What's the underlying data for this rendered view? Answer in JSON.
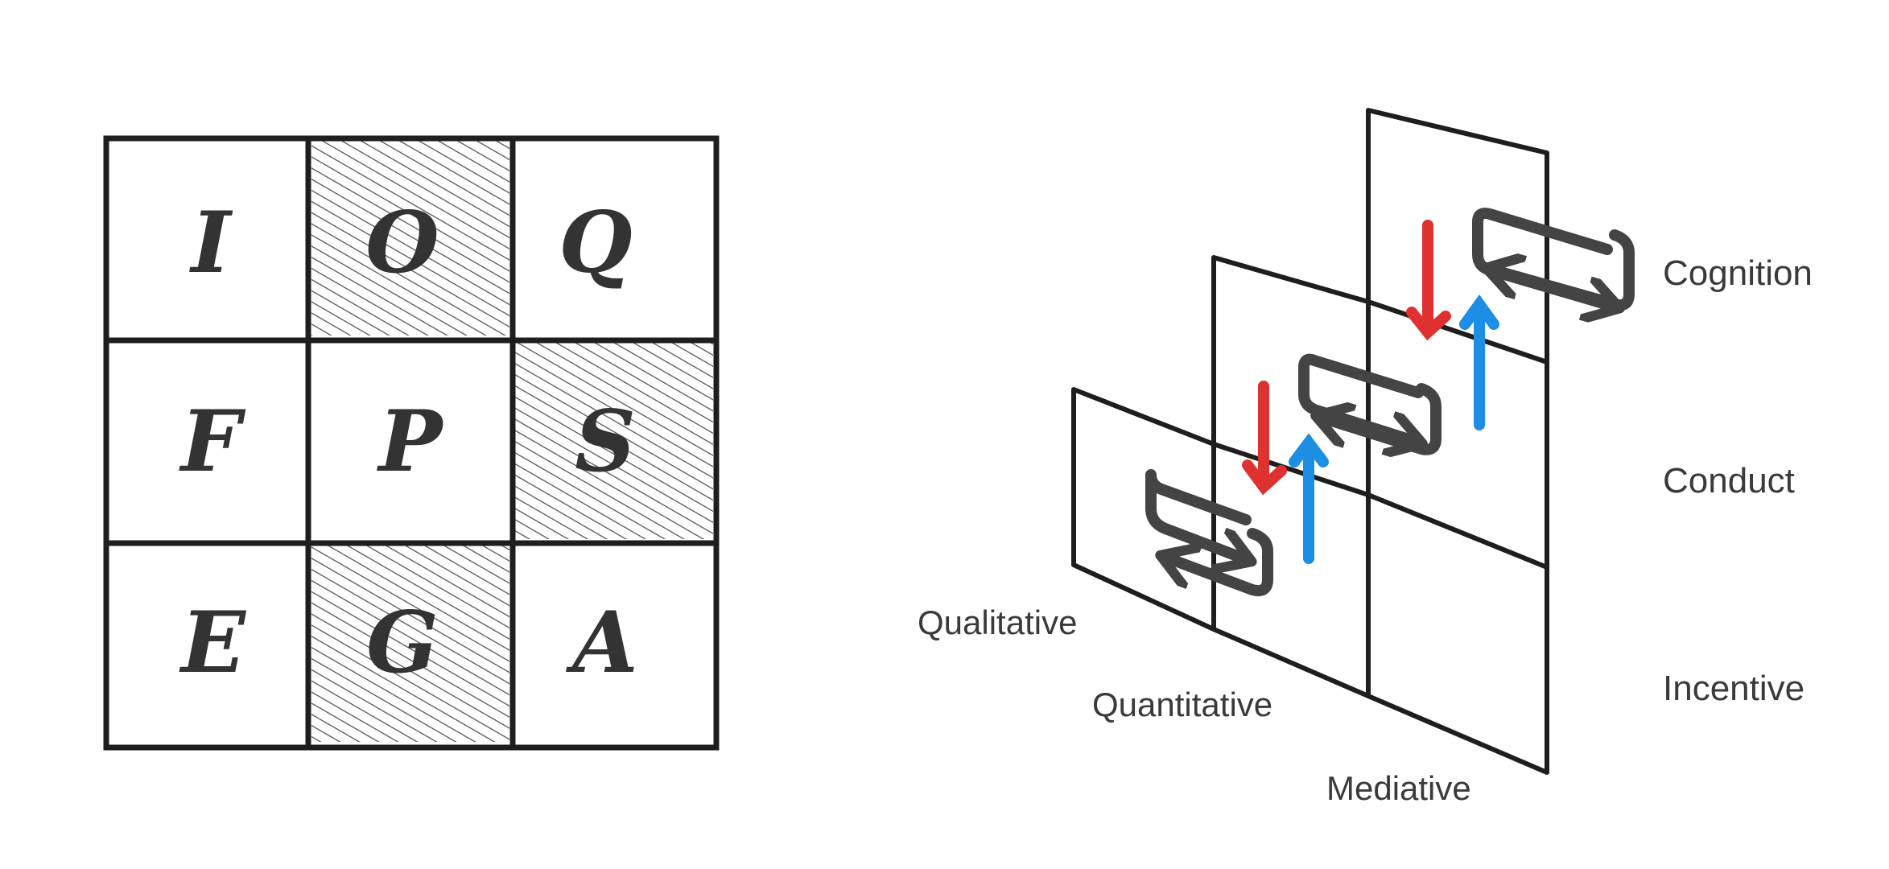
{
  "grid": {
    "cells": [
      {
        "letter": "I",
        "shaded": false
      },
      {
        "letter": "O",
        "shaded": true
      },
      {
        "letter": "Q",
        "shaded": false
      },
      {
        "letter": "F",
        "shaded": false
      },
      {
        "letter": "P",
        "shaded": false
      },
      {
        "letter": "S",
        "shaded": true
      },
      {
        "letter": "E",
        "shaded": false
      },
      {
        "letter": "G",
        "shaded": true
      },
      {
        "letter": "A",
        "shaded": false
      }
    ]
  },
  "diagram": {
    "column_labels": [
      "Qualitative",
      "Quantitative",
      "Mediative"
    ],
    "row_labels": [
      "Cognition",
      "Conduct",
      "Incentive"
    ]
  },
  "colors": {
    "line": "#1e1e1e",
    "loop": "#444444",
    "down_arrow": "#e03131",
    "up_arrow": "#1c8ee3",
    "text": "#3a3a3a"
  }
}
